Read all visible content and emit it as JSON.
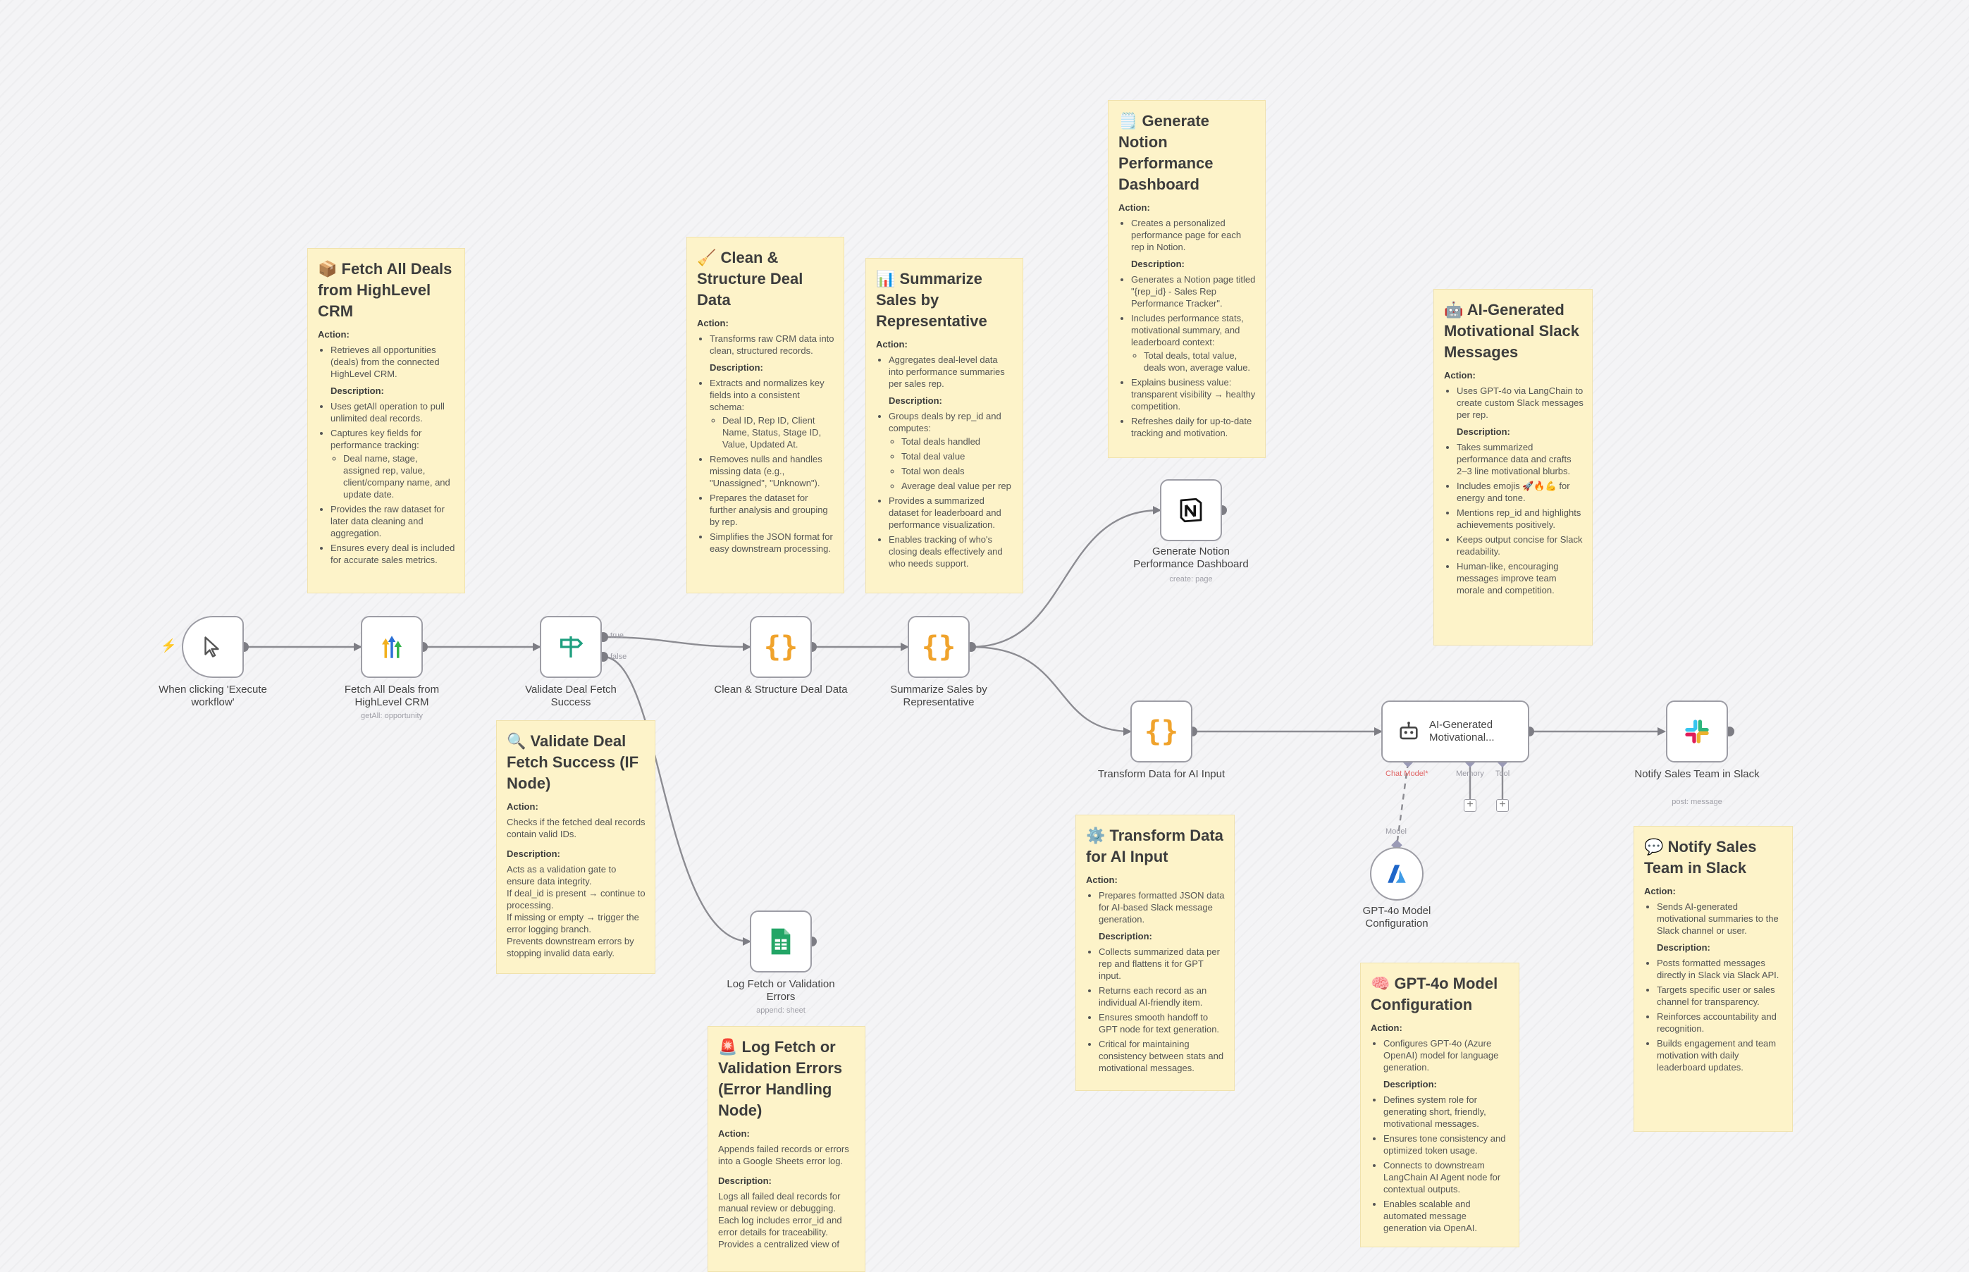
{
  "nodes": {
    "trigger": {
      "label": "When clicking 'Execute workflow'"
    },
    "fetch": {
      "label": "Fetch All Deals from HighLevel CRM",
      "sub": "getAll: opportunity"
    },
    "validate": {
      "label": "Validate Deal Fetch Success",
      "true": "true",
      "false": "false"
    },
    "clean": {
      "label": "Clean & Structure Deal Data"
    },
    "summarize": {
      "label": "Summarize Sales by Representative"
    },
    "notion": {
      "label": "Generate Notion Performance Dashboard",
      "sub": "create: page"
    },
    "transform": {
      "label": "Transform Data for AI Input"
    },
    "agent": {
      "label": "AI-Generated Motivational...",
      "ports": {
        "chat": "Chat Model*",
        "memory": "Memory",
        "tool": "Tool",
        "model": "Model"
      }
    },
    "slack": {
      "label": "Notify Sales Team in Slack",
      "sub": "post: message"
    },
    "gpt": {
      "label": "GPT-4o Model Configuration"
    },
    "log": {
      "label": "Log Fetch or Validation Errors",
      "sub": "append: sheet"
    }
  },
  "notes": {
    "fetch": {
      "title": "📦 Fetch All Deals from HighLevel CRM",
      "action_label": "Action:",
      "action": [
        "Retrieves all opportunities (deals) from the connected HighLevel CRM."
      ],
      "desc_label": "Description:",
      "desc": [
        "Uses getAll operation to pull unlimited deal records.",
        "Captures key fields for performance tracking:",
        "Provides the raw dataset for later data cleaning and aggregation.",
        "Ensures every deal is included for accurate sales metrics."
      ],
      "sub": [
        "Deal name, stage, assigned rep, value, client/company name, and update date."
      ]
    },
    "clean": {
      "title": "🧹 Clean & Structure Deal Data",
      "action_label": "Action:",
      "action": [
        "Transforms raw CRM data into clean, structured records."
      ],
      "desc_label": "Description:",
      "desc": [
        "Extracts and normalizes key fields into a consistent schema:",
        "Removes nulls and handles missing data (e.g., \"Unassigned\", \"Unknown\").",
        "Prepares the dataset for further analysis and grouping by rep.",
        "Simplifies the JSON format for easy downstream processing."
      ],
      "sub": [
        "Deal ID, Rep ID, Client Name, Status, Stage ID, Value, Updated At."
      ]
    },
    "summarize": {
      "title": "📊 Summarize Sales by Representative",
      "action_label": "Action:",
      "action": [
        "Aggregates deal-level data into performance summaries per sales rep."
      ],
      "desc_label": "Description:",
      "desc": [
        "Groups deals by rep_id and computes:",
        "Provides a summarized dataset for leaderboard and performance visualization.",
        "Enables tracking of who's closing deals effectively and who needs support."
      ],
      "sub": [
        "Total deals handled",
        "Total deal value",
        "Total won deals",
        "Average deal value per rep"
      ]
    },
    "notion": {
      "title": "🗒️ Generate Notion Performance Dashboard",
      "action_label": "Action:",
      "action": [
        "Creates a personalized performance page for each rep in Notion."
      ],
      "desc_label": "Description:",
      "desc": [
        "Generates a Notion page titled \"{rep_id} - Sales Rep Performance Tracker\".",
        "Includes performance stats, motivational summary, and leaderboard context:",
        "Explains business value: transparent visibility → healthy competition.",
        "Refreshes daily for up-to-date tracking and motivation."
      ],
      "sub": [
        "Total deals, total value, deals won, average value."
      ]
    },
    "ai": {
      "title": "🤖 AI-Generated Motivational Slack Messages",
      "action_label": "Action:",
      "action": [
        "Uses GPT-4o via LangChain to create custom Slack messages per rep."
      ],
      "desc_label": "Description:",
      "desc": [
        "Takes summarized performance data and crafts 2–3 line motivational blurbs.",
        "Includes emojis 🚀🔥💪 for energy and tone.",
        "Mentions rep_id and highlights achievements positively.",
        "Keeps output concise for Slack readability.",
        "Human-like, encouraging messages improve team morale and competition."
      ]
    },
    "validate": {
      "title": "🔍 Validate Deal Fetch Success (IF Node)",
      "action_label": "Action:",
      "action_text": "Checks if the fetched deal records contain valid IDs.",
      "desc_label": "Description:",
      "desc_lines": [
        "Acts as a validation gate to ensure data integrity.",
        "If deal_id is present → continue to processing.",
        "If missing or empty → trigger the error logging branch.",
        "Prevents downstream errors by stopping invalid data early."
      ]
    },
    "log": {
      "title": "🚨 Log Fetch or Validation Errors (Error Handling Node)",
      "action_label": "Action:",
      "action_text": "Appends failed records or errors into a Google Sheets error log.",
      "desc_label": "Description:",
      "desc_lines": [
        "Logs all failed deal records for manual review or debugging.",
        "Each log includes error_id and error details for traceability.",
        "Provides a centralized view of"
      ]
    },
    "transform": {
      "title": "⚙️ Transform Data for AI Input",
      "action_label": "Action:",
      "action": [
        "Prepares formatted JSON data for AI-based Slack message generation."
      ],
      "desc_label": "Description:",
      "desc": [
        "Collects summarized data per rep and flattens it for GPT input.",
        "Returns each record as an individual AI-friendly item.",
        "Ensures smooth handoff to GPT node for text generation.",
        "Critical for maintaining consistency between stats and motivational messages."
      ]
    },
    "gpt": {
      "title": "🧠 GPT-4o Model Configuration",
      "action_label": "Action:",
      "action": [
        "Configures GPT-4o (Azure OpenAI) model for language generation."
      ],
      "desc_label": "Description:",
      "desc": [
        "Defines system role for generating short, friendly, motivational messages.",
        "Ensures tone consistency and optimized token usage.",
        "Connects to downstream LangChain AI Agent node for contextual outputs.",
        "Enables scalable and automated message generation via OpenAI."
      ]
    },
    "slack": {
      "title": "💬 Notify Sales Team in Slack",
      "action_label": "Action:",
      "action": [
        "Sends AI-generated motivational summaries to the Slack channel or user."
      ],
      "desc_label": "Description:",
      "desc": [
        "Posts formatted messages directly in Slack via Slack API.",
        "Targets specific user or sales channel for transparency.",
        "Reinforces accountability and recognition.",
        "Builds engagement and team motivation with daily leaderboard updates."
      ]
    }
  },
  "icons": {
    "trigger": "cursor-icon",
    "fetch": "highlevel-icon",
    "validate": "signpost-icon",
    "code": "braces-icon",
    "notion": "notion-icon",
    "agent": "robot-icon",
    "slack": "slack-icon",
    "gpt": "azure-icon",
    "sheets": "google-sheets-icon"
  },
  "colors": {
    "braces": "#f0a32c",
    "sheets": "#23a566",
    "azure": "#2b7fd6",
    "sticky": "#fdf3c9"
  }
}
